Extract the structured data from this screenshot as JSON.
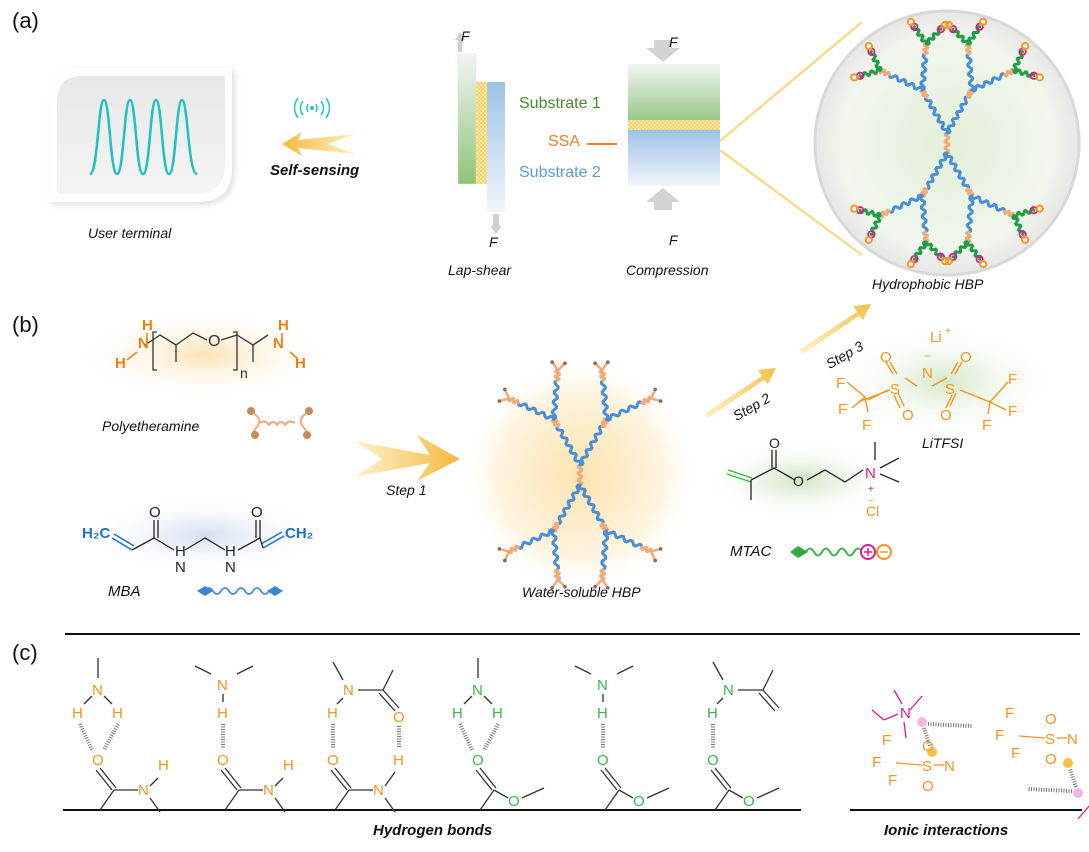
{
  "panels": {
    "a": {
      "label": "(a)",
      "user_terminal": "User terminal",
      "self_sensing": "Self-sensing",
      "force_label": "F",
      "substrate1": "Substrate 1",
      "ssa": "SSA",
      "substrate2": "Substrate 2",
      "lap_shear": "Lap-shear",
      "compression": "Compression",
      "hydrophobic_hbp": "Hydrophobic HBP"
    },
    "b": {
      "label": "(b)",
      "polyetheramine": "Polyetheramine",
      "mba": "MBA",
      "step1": "Step 1",
      "step2": "Step 2",
      "step3": "Step 3",
      "water_soluble_hbp": "Water-soluble HBP",
      "mtac": "MTAC",
      "litfsi": "LiTFSI",
      "atoms": {
        "H": "H",
        "N": "N",
        "O": "O",
        "n": "n",
        "H2C": "H₂C",
        "CH2": "CH₂",
        "Li": "Li",
        "plus": "+",
        "minus": "−",
        "S": "S",
        "F": "F",
        "Cl": "Cl"
      }
    },
    "c": {
      "label": "(c)",
      "hydrogen_bonds": "Hydrogen bonds",
      "ionic_interactions": "Ionic interactions"
    }
  },
  "colors": {
    "teal": "#1fc1c1",
    "orange": "#f7931e",
    "amine_orange": "#f07f0f",
    "green": "#3cb64a",
    "green_text": "#4a8a2a",
    "blue_text": "#5b9bd5",
    "mba_blue": "#1a73c9",
    "magenta": "#e6198a",
    "arrow_yellow": "#f8c94a",
    "peach": "#f2a97a"
  }
}
